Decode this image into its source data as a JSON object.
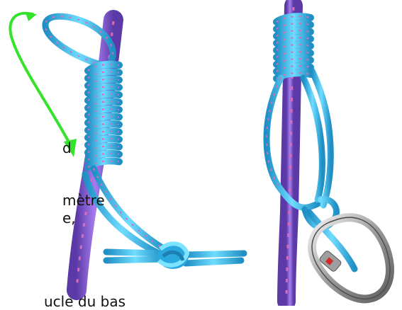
{
  "colors": {
    "background": "#ffffff",
    "cord": "#4cc9f0",
    "cord_dark": "#1f8fc4",
    "fleck": "#e06bb3",
    "rope": "#8a5bd6",
    "rope_dark": "#5b3aa7",
    "arrow": "#35e22c",
    "carabiner": "#a9a9a9",
    "gate_red": "#d42a2a"
  },
  "icons": {
    "arrow": "green-curved-arrow-icon",
    "carabiner": "locking-carabiner-icon"
  },
  "text_fragments": {
    "line1": "d",
    "line2": "mètre",
    "line3": "e,",
    "line4": "ucle du bas"
  }
}
